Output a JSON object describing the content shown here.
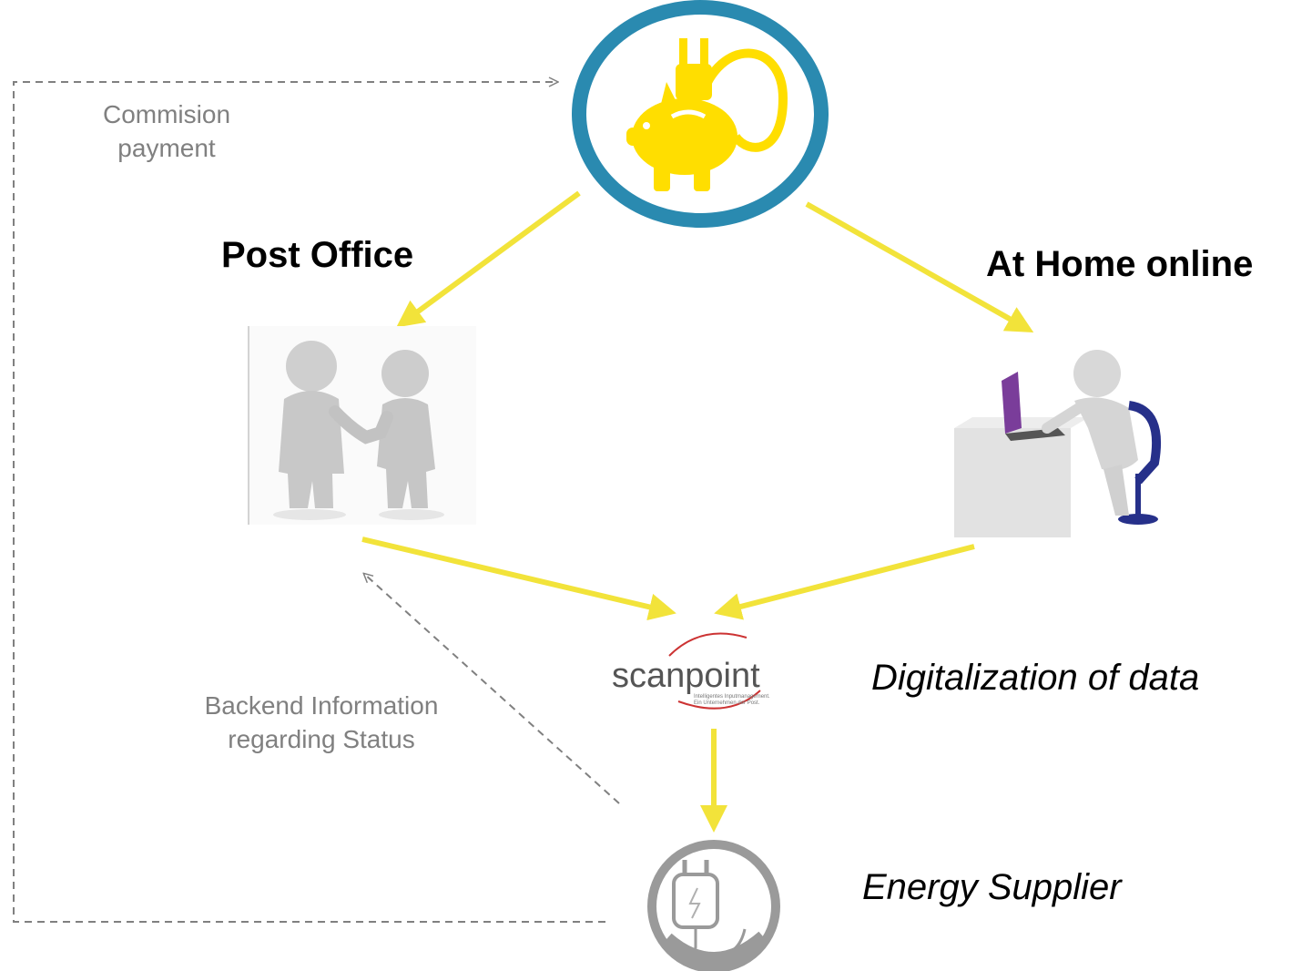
{
  "colors": {
    "arrow_yellow": "#f2e33a",
    "dashed_gray": "#808080",
    "ring_blue": "#2a8ab0",
    "piggy_yellow": "#ffde00",
    "supplier_gray": "#9a9a9a"
  },
  "labels": {
    "commission": [
      "Commision",
      "payment"
    ],
    "post_office": "Post Office",
    "at_home": "At Home online",
    "backend": [
      "Backend Information",
      "regarding Status"
    ],
    "digitalization": "Digitalization of data",
    "energy_supplier": "Energy Supplier"
  },
  "logo": {
    "text": "scanpoint",
    "tagline_1": "Intelligentes Inputmanagement.",
    "tagline_2": "Ein Unternehmen der Post."
  },
  "icons": {
    "top": "piggy-bank-plug-icon",
    "left": "handshake-figures-icon",
    "right": "person-at-laptop-icon",
    "bottom": "power-plug-icon"
  }
}
